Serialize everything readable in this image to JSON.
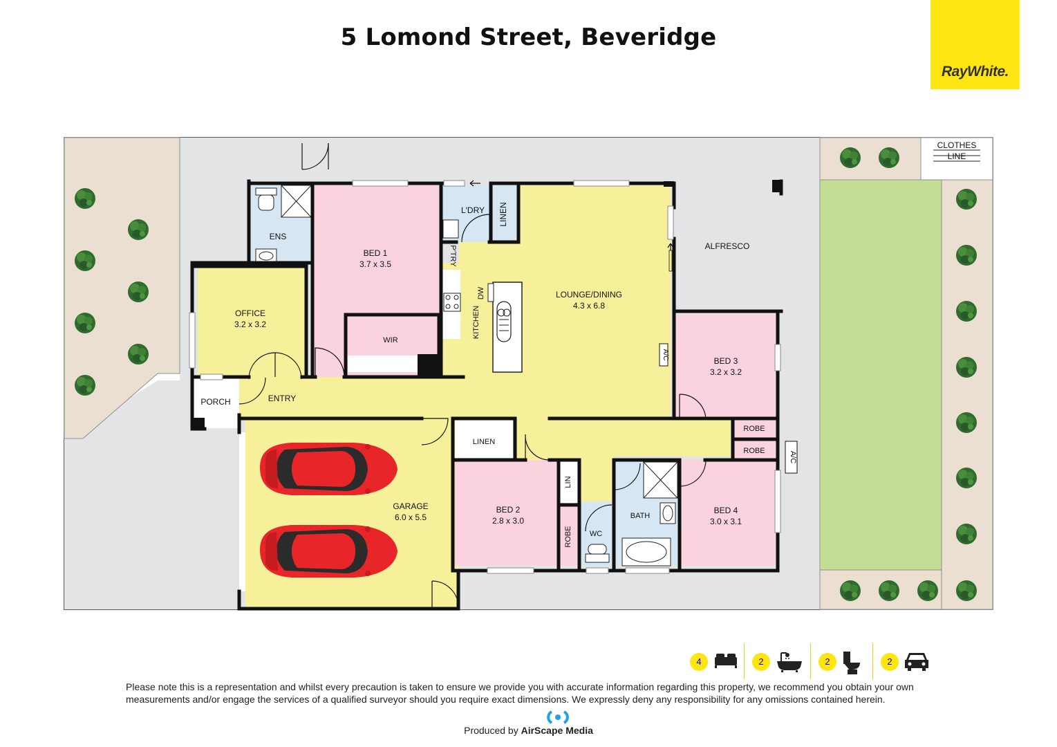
{
  "header": {
    "title": "5 Lomond Street, Beveridge",
    "brand": "RayWhite."
  },
  "rooms": {
    "ens": "ENS",
    "bed1_name": "BED 1",
    "bed1_dim": "3.7 x 3.5",
    "ldry": "L'DRY",
    "linen_top": "LINEN",
    "ptry": "P'TRY",
    "kitchen": "KITCHEN",
    "dw": "DW",
    "lounge_name": "LOUNGE/DINING",
    "lounge_dim": "4.3 x 6.8",
    "alfresco": "ALFRESCO",
    "clothes_line_1": "CLOTHES",
    "clothes_line_2": "LINE",
    "office_name": "OFFICE",
    "office_dim": "3.2 x 3.2",
    "wir": "WIR",
    "porch": "PORCH",
    "entry": "ENTRY",
    "ac_1": "A/C",
    "bed3_name": "BED 3",
    "bed3_dim": "3.2 x 3.2",
    "robe_1": "ROBE",
    "robe_2": "ROBE",
    "ac_2": "A/C",
    "linen_mid": "LINEN",
    "lin": "LIN",
    "garage_name": "GARAGE",
    "garage_dim": "6.0 x 5.5",
    "bed2_name": "BED 2",
    "bed2_dim": "2.8 x 3.0",
    "robe_3": "ROBE",
    "wc": "WC",
    "bath": "BATH",
    "bed4_name": "BED 4",
    "bed4_dim": "3.0 x 3.1"
  },
  "stats": [
    {
      "count": "4",
      "icon": "bed-icon"
    },
    {
      "count": "2",
      "icon": "bath-icon"
    },
    {
      "count": "2",
      "icon": "toilet-icon"
    },
    {
      "count": "2",
      "icon": "car-icon"
    }
  ],
  "footer": {
    "disclaimer": "Please note this is a representation and whilst every precaution is taken to ensure we provide you with accurate information regarding this property, we recommend you obtain your own measurements and/or engage the services of a qualified surveyor should you require exact dimensions. We expressly deny any responsibility for any omissions contained herein.",
    "produced_by": "Produced by",
    "producer": "AirScape Media"
  },
  "colors": {
    "bedroom": "#fbd3de",
    "living": "#f7f09a",
    "wet": "#d6e6f2",
    "outdoor": "#e3e4e6",
    "garden": "#c4dd95",
    "sand": "#eadfd0",
    "accent": "#ffe512",
    "car": "#e8262a"
  }
}
